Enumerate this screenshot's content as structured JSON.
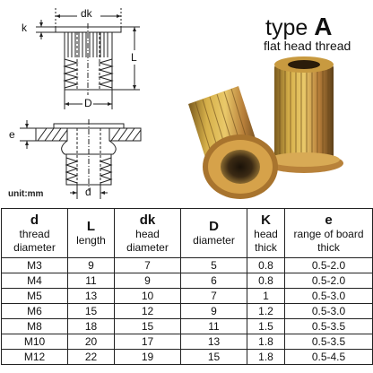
{
  "diagram": {
    "top_dims": {
      "dk": "dk",
      "k": "k",
      "L": "L",
      "D": "D"
    },
    "bottom_dims": {
      "e": "e",
      "d": "d"
    }
  },
  "title": {
    "prefix": "type",
    "letter": "A"
  },
  "subtitle": "flat head thread",
  "unit": "unit:mm",
  "table": {
    "headers": [
      {
        "symbol": "d",
        "desc": "thread diameter"
      },
      {
        "symbol": "L",
        "desc": "length"
      },
      {
        "symbol": "dk",
        "desc": "head diameter"
      },
      {
        "symbol": "D",
        "desc": "diameter"
      },
      {
        "symbol": "K",
        "desc": "head thick"
      },
      {
        "symbol": "e",
        "desc": "range of board thick"
      }
    ],
    "rows": [
      [
        "M3",
        "9",
        "7",
        "5",
        "0.8",
        "0.5-2.0"
      ],
      [
        "M4",
        "11",
        "9",
        "6",
        "0.8",
        "0.5-2.0"
      ],
      [
        "M5",
        "13",
        "10",
        "7",
        "1",
        "0.5-3.0"
      ],
      [
        "M6",
        "15",
        "12",
        "9",
        "1.2",
        "0.5-3.0"
      ],
      [
        "M8",
        "18",
        "15",
        "11",
        "1.5",
        "0.5-3.5"
      ],
      [
        "M10",
        "20",
        "17",
        "13",
        "1.8",
        "0.5-3.5"
      ],
      [
        "M12",
        "22",
        "19",
        "15",
        "1.8",
        "0.5-4.5"
      ]
    ]
  }
}
